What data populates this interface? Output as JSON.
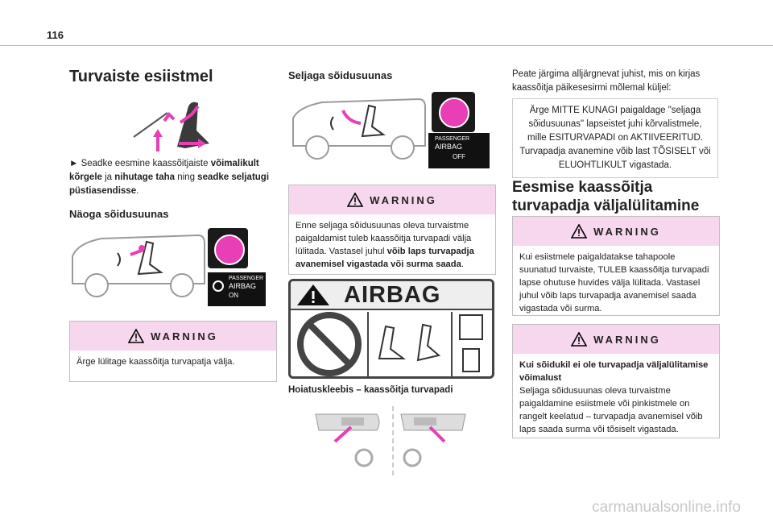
{
  "page_number": "116",
  "col1": {
    "title": "Turvaiste esiistmel",
    "instruction_arrow": "►",
    "instruction_parts": [
      "Seadke eesmine kaassõitjaiste ",
      "võimalikult kõrgele",
      " ja ",
      "nihutage taha",
      " ning ",
      "seadke seljatugi püstiasendisse",
      "."
    ],
    "subheading": "Näoga sõidusuunas",
    "airbag_badge": {
      "line1": "PASSENGER",
      "line2": "AIRBAG",
      "state": "ON"
    },
    "warning": {
      "title": "WARNING",
      "text": "Ärge lülitage kaassõitja turvapatja välja."
    }
  },
  "col2": {
    "subheading": "Seljaga sõidusuunas",
    "airbag_badge": {
      "line1": "PASSENGER",
      "line2": "AIRBAG",
      "state": "OFF"
    },
    "warning": {
      "title": "WARNING",
      "text_plain": "Enne seljaga sõidusuunas oleva turvaistme paigaldamist tuleb kaassõitja turvapadi välja lülitada. Vastasel juhul ",
      "text_bold": "võib laps turvapadja avanemisel vigastada või surma saada",
      "text_end": "."
    },
    "airbag_label_word": "AIRBAG",
    "caption": "Hoiatuskleebis – kaassõitja turvapadi"
  },
  "col3": {
    "intro": "Peate järgima alljärgnevat juhist, mis on kirjas kaassõitja päikesesirmi mõlemal küljel:",
    "notice": "Ärge MITTE KUNAGI paigaldage \"seljaga sõidusuunas\" lapseistet juhi kõrvalistmele, mille ESITURVAPADI on AKTIIVEERITUD. Turvapadja avanemine võib last TÕSISELT või ELUOHTLIKULT vigastada.",
    "title": "Eesmise kaassõitja turvapadja väljalülitamine",
    "warning1": {
      "title": "WARNING",
      "text": "Kui esiistmele paigaldatakse tahapoole suunatud turvaiste, TULEB kaassõitja turvapadi lapse ohutuse huvides välja lülitada. Vastasel juhul võib laps turvapadja avanemisel saada vigastada või surma."
    },
    "warning2": {
      "title": "WARNING",
      "bold": "Kui sõidukil ei ole turvapadja väljalülitamise võimalust",
      "text": "Seljaga sõidusuunas oleva turvaistme paigaldamine esiistmele või pinkistmele on rangelt keelatud – turvapadja avanemisel võib laps saada surma või tõsiselt vigastada."
    }
  },
  "watermark": "carmanualsonline.info",
  "colors": {
    "accent_pink": "#e83fb7",
    "warning_bg": "#f7d7ee"
  }
}
